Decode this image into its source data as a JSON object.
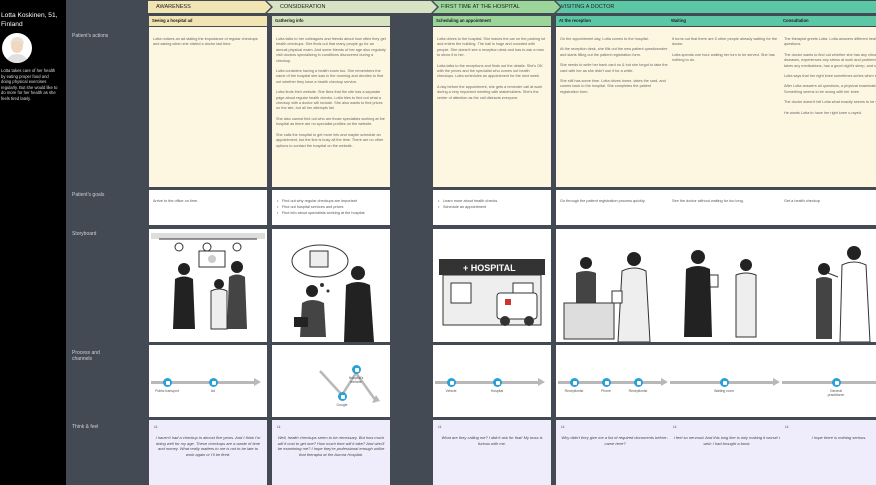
{
  "persona": {
    "name": "Lotta Koskinen, 51, Finland",
    "description": "Lotta takes care of her health by eating proper food and doing physical exercises regularly. But she would like to do more for her health as she feels tired lately."
  },
  "row_labels": [
    "Patient's actions",
    "Patient's goals",
    "Storyboard",
    "Process and channels",
    "Think & feel"
  ],
  "phases": [
    {
      "label": "AWARENESS",
      "color": "#f2e4b3"
    },
    {
      "label": "CONSIDERATION",
      "color": "#d7e3c3"
    },
    {
      "label": "FIRST TIME AT THE HOSPITAL",
      "color": "#9bd59a"
    },
    {
      "label": "VISITING A DOCTOR",
      "color": "#5cc7a4"
    }
  ],
  "stages": [
    {
      "title": "Seeing a hospital ad",
      "actions": [
        "Lotta notices an ad stating the importance of regular checkups and asking when she visited a doctor last time."
      ],
      "goals": [
        "Arrive to the office on time."
      ],
      "goals_list": false,
      "channels": [
        {
          "label": "Public transport"
        },
        {
          "label": "Ad"
        }
      ],
      "think": "I haven't had a checkup in almost five years. And I think I'm doing well for my age. These checkups are a waste of time and money. What really matters to me is not to be late to work again or I'll be fired."
    },
    {
      "title": "Gathering info",
      "actions": [
        "Lotta talks to her colleagues and friends about how often they get health checkups. She finds out that many people go for an annual physical exam. And some friends of her age also regularly visit doctors specializing in conditions discovered during a checkup.",
        "Lotta considers having a health exam too. She remembers the name of the hospital she saw in the morning and decides to find out whether they have a health checkup service.",
        "Lotta finds their website. She likes that the site has a separate page about regular health checks. Lotta tries to find out what a checkup with a doctor will include. She also wants to find prices on the site, but all her attempts fail.",
        "She also cannot find out who are those specialists working at the hospital as there are no specialist profiles on the website.",
        "She calls the hospital to get more info and maybe schedule an appointment, but the line is busy all the time. There are no other options to contact the hospital on the website."
      ],
      "goals": [
        "Find out why regular checkups are important",
        "Find out hospital services and prices",
        "Find info about specialists working at the hospital"
      ],
      "goals_list": true,
      "channels": [
        {
          "label": "Hospital's website"
        },
        {
          "label": "Google"
        }
      ],
      "think": "Well, health checkups seem to be necessary. But how much will it cost to get one? How much time will it take? And who'll be examining me? I hope they're professional enough unlike that therapist at the Aurora Hospital."
    },
    {
      "title": "Scheduling an appointment",
      "actions": [
        "Lotta drives to the hospital. She leaves the car on the parking lot and enters the building. The hall is huge and crowded with people. She doesn't see a reception desk and has to ask a man to show it to her.",
        "Lotta talks to the receptions and finds out the details. She's OK with the prices and the specialist who comes out health checkups. Lotta schedules an appointment for the next week.",
        "A day before the appointment, she gets a reminder call at work during a very important meeting with stakeholders. She's the center of attention as the call distracts everyone."
      ],
      "goals": [
        "Learn more about health checks",
        "Schedule an appointment"
      ],
      "goals_list": true,
      "channels": [
        {
          "label": "Vehicle"
        },
        {
          "label": "Hospital"
        }
      ],
      "think": "What are they calling me? I didn't ask for that! My boss is furious with me."
    },
    {
      "title": "At the reception",
      "actions": [
        "On the appointment day, Lotta comes to the hospital.",
        "At the reception desk, she fills out the new patient questionnaire and starts filling out the patient registration form.",
        "She needs to write her bank card no & but she forgot to take the card with her as she didn't use it for a while.",
        "She still has some time. Lotta drives home, takes the card, and comes back to the hospital. She completes the patient registration form."
      ],
      "goals": [
        "Go through the patient registration process quickly."
      ],
      "goals_list": false,
      "channels": [
        {
          "label": "Receptionist"
        },
        {
          "label": "Phone"
        },
        {
          "label": "Receptionist"
        }
      ],
      "think": "Why didn't they give me a list of required documents before I came here?"
    },
    {
      "title": "Waiting",
      "actions": [
        "It turns out that there are 5 other people already waiting for the doctor.",
        "Lotta spends one hour waiting her turn to be served. She has nothing to do."
      ],
      "goals": [
        "See the doctor without waiting for too long."
      ],
      "goals_list": false,
      "channels": [
        {
          "label": "Waiting room"
        }
      ],
      "think": "I feel so nervous! And this long line is only making it worse! I wish I had brought a book."
    },
    {
      "title": "Consultation",
      "actions": [
        "The therapist greets Lotta. Lotta answers different health-related questions.",
        "The doctor wants to find out whether she has any chronic diseases, experiences any stress at work and problems at home, takes any medications, has a good night's sleep, and so on.",
        "Lotta says that her right knee sometimes aches when sitting.",
        "After Lotta answers all questions, a physical examination starts. Something seems to be wrong with her knee.",
        "The doctor doesn't tell Lotta what exactly seems to be wrong.",
        "He wants Lotta to have her right knee x-rayed."
      ],
      "goals": [
        "Get a health checkup"
      ],
      "goals_list": false,
      "channels": [
        {
          "label": "General practitioner"
        }
      ],
      "think": "I hope there is nothing serious."
    }
  ]
}
